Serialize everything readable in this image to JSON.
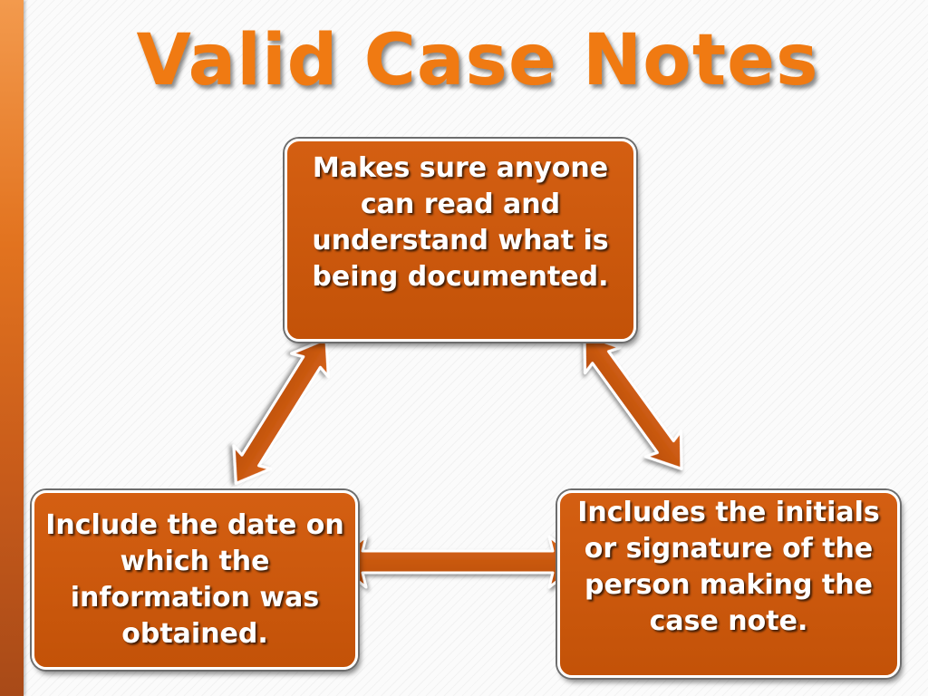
{
  "slide": {
    "title": "Valid Case Notes"
  },
  "nodes": {
    "top": {
      "text": "Makes sure anyone can read and understand what is being documented."
    },
    "left": {
      "text": "Include the date on which the information was obtained."
    },
    "right": {
      "text": "Includes the initials or signature of the person making the case note."
    }
  },
  "connectors": [
    {
      "from": "top",
      "to": "left",
      "type": "double-arrow"
    },
    {
      "from": "top",
      "to": "right",
      "type": "double-arrow"
    },
    {
      "from": "left",
      "to": "right",
      "type": "double-arrow"
    }
  ],
  "colors": {
    "title": "#f07a12",
    "box_fill": "#c85608",
    "arrow_fill": "#cf5a0c",
    "box_border": "#ffffff"
  }
}
